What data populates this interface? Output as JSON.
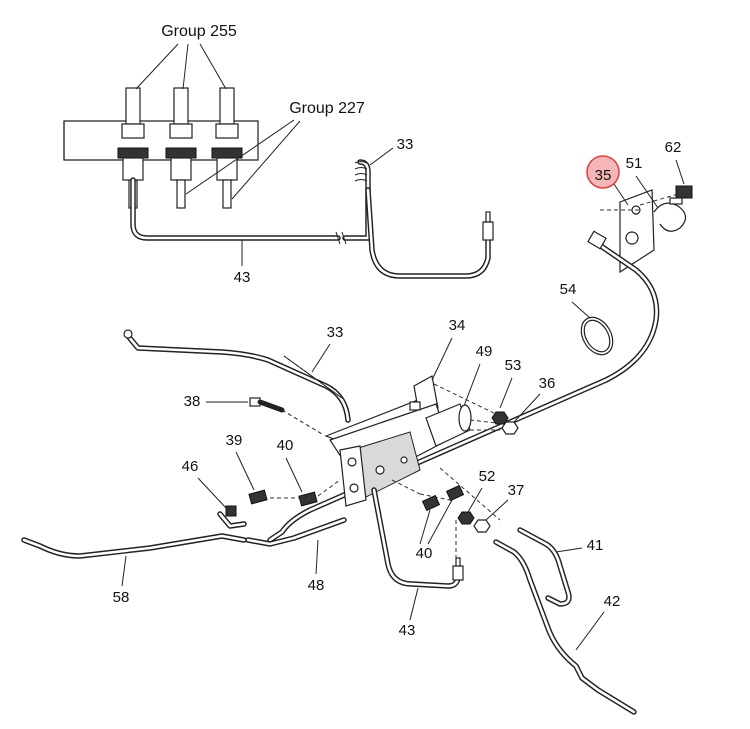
{
  "colors": {
    "line": "#222222",
    "highlight_fill": "#f4b6b6",
    "highlight_stroke": "#d94040",
    "background": "#ffffff"
  },
  "groups": {
    "group_255": "Group 255",
    "group_227": "Group 227"
  },
  "callouts": {
    "c33a": "33",
    "c43a": "43",
    "c35": "35",
    "c51": "51",
    "c62": "62",
    "c54": "54",
    "c33b": "33",
    "c34": "34",
    "c49": "49",
    "c53": "53",
    "c36": "36",
    "c38": "38",
    "c39": "39",
    "c40a": "40",
    "c46": "46",
    "c52": "52",
    "c37": "37",
    "c41": "41",
    "c40b": "40",
    "c42": "42",
    "c48": "48",
    "c58": "58",
    "c43b": "43"
  }
}
